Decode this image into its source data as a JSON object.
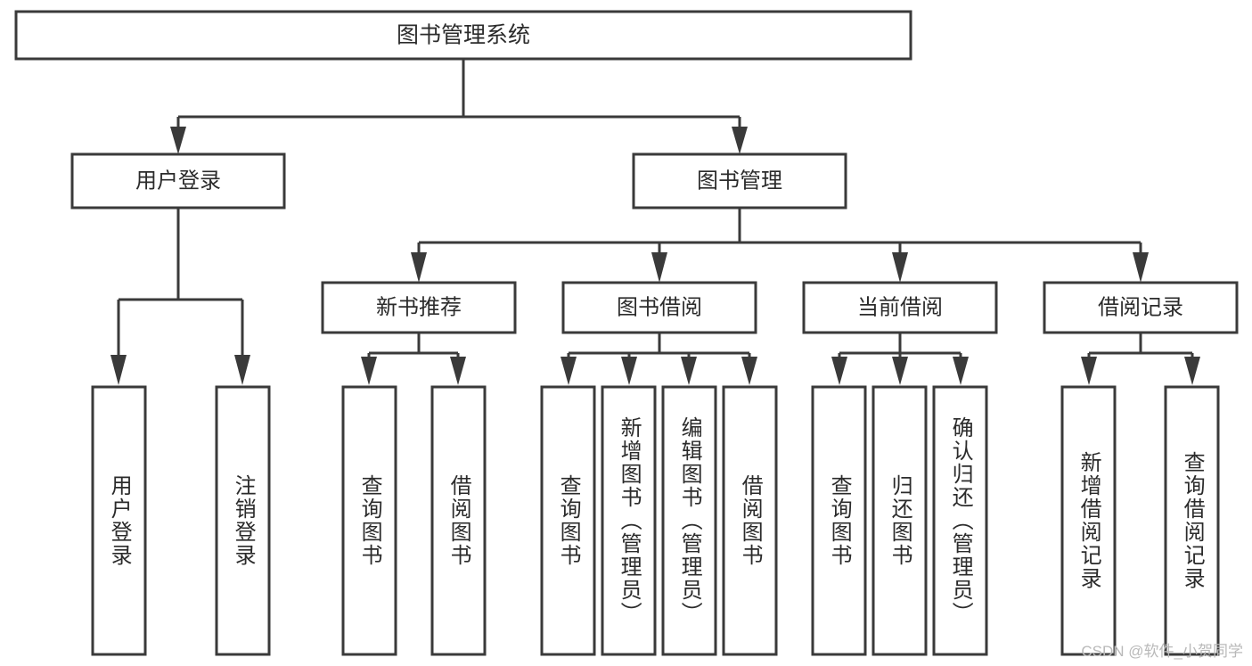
{
  "diagram": {
    "title": "图书管理系统",
    "type": "tree-hierarchy",
    "orientation": "top-down",
    "colors": {
      "line": "#3a3a3a",
      "box_fill": "#ffffff",
      "text": "#2b2b2b",
      "watermark": "#b9b9b9"
    },
    "root": {
      "label": "图书管理系统"
    },
    "level2": [
      {
        "label": "用户登录"
      },
      {
        "label": "图书管理"
      }
    ],
    "level3": [
      {
        "label": "新书推荐"
      },
      {
        "label": "图书借阅"
      },
      {
        "label": "当前借阅"
      },
      {
        "label": "借阅记录"
      }
    ],
    "leaves": {
      "user_login": [
        {
          "label": "用户登录"
        },
        {
          "label": "注销登录"
        }
      ],
      "new_book_recommend": [
        {
          "label": "查询图书"
        },
        {
          "label": "借阅图书"
        }
      ],
      "book_borrow": [
        {
          "label": "查询图书"
        },
        {
          "label": "新增图书（管理员）"
        },
        {
          "label": "编辑图书（管理员）"
        },
        {
          "label": "借阅图书"
        }
      ],
      "current_borrow": [
        {
          "label": "查询图书"
        },
        {
          "label": "归还图书"
        },
        {
          "label": "确认归还（管理员）"
        }
      ],
      "borrow_record": [
        {
          "label": "新增借阅记录"
        },
        {
          "label": "查询借阅记录"
        }
      ]
    }
  },
  "watermark": {
    "text": "CSDN @软件_小贺同学"
  }
}
